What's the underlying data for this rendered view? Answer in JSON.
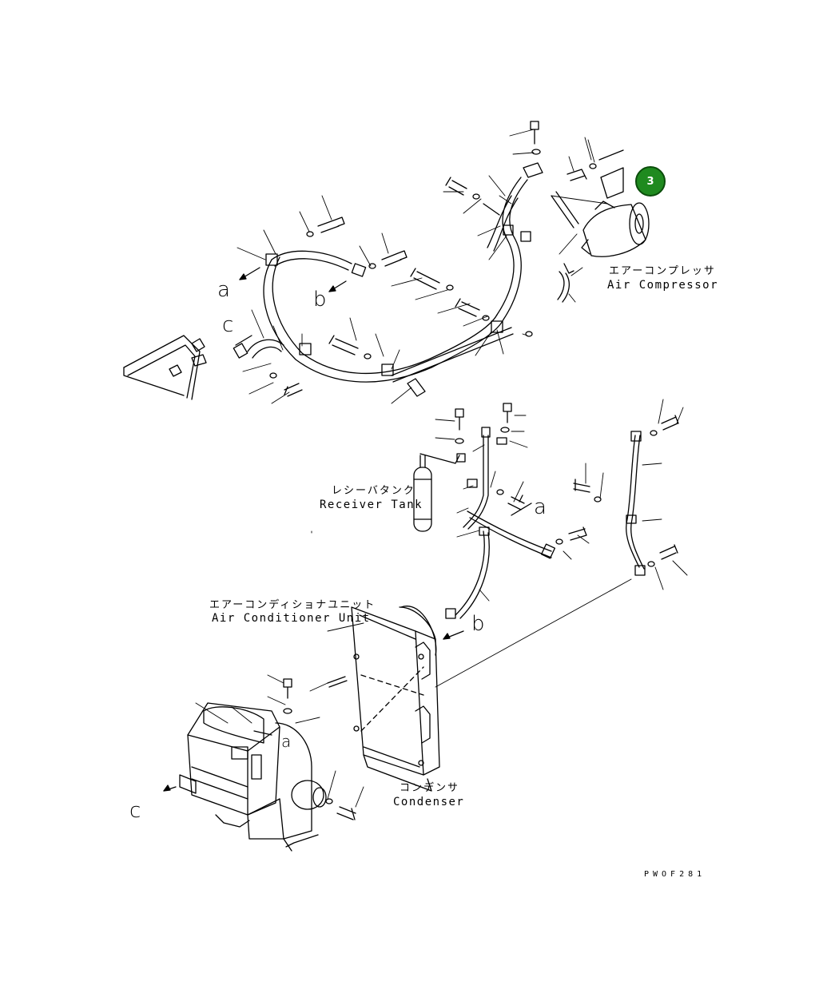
{
  "labels": {
    "compressor_jp": "エアーコンプレッサ",
    "compressor_en": "Air Compressor",
    "receiver_jp": "レシーバタンク",
    "receiver_en": "Receiver Tank",
    "ac_unit_jp": "エアーコンディショナユニット",
    "ac_unit_en": "Air Conditioner Unit",
    "condenser_jp": "コンデンサ",
    "condenser_en": "Condenser",
    "drawing_code": "PWOF281"
  },
  "connectors": {
    "a_top": "a",
    "b_top": "b",
    "c_top": "c",
    "a_mid": "a",
    "b_mid": "b",
    "a_unit": "a",
    "c_bottom": "c"
  },
  "callout": {
    "number": "3",
    "color": "#1f8a1f"
  }
}
